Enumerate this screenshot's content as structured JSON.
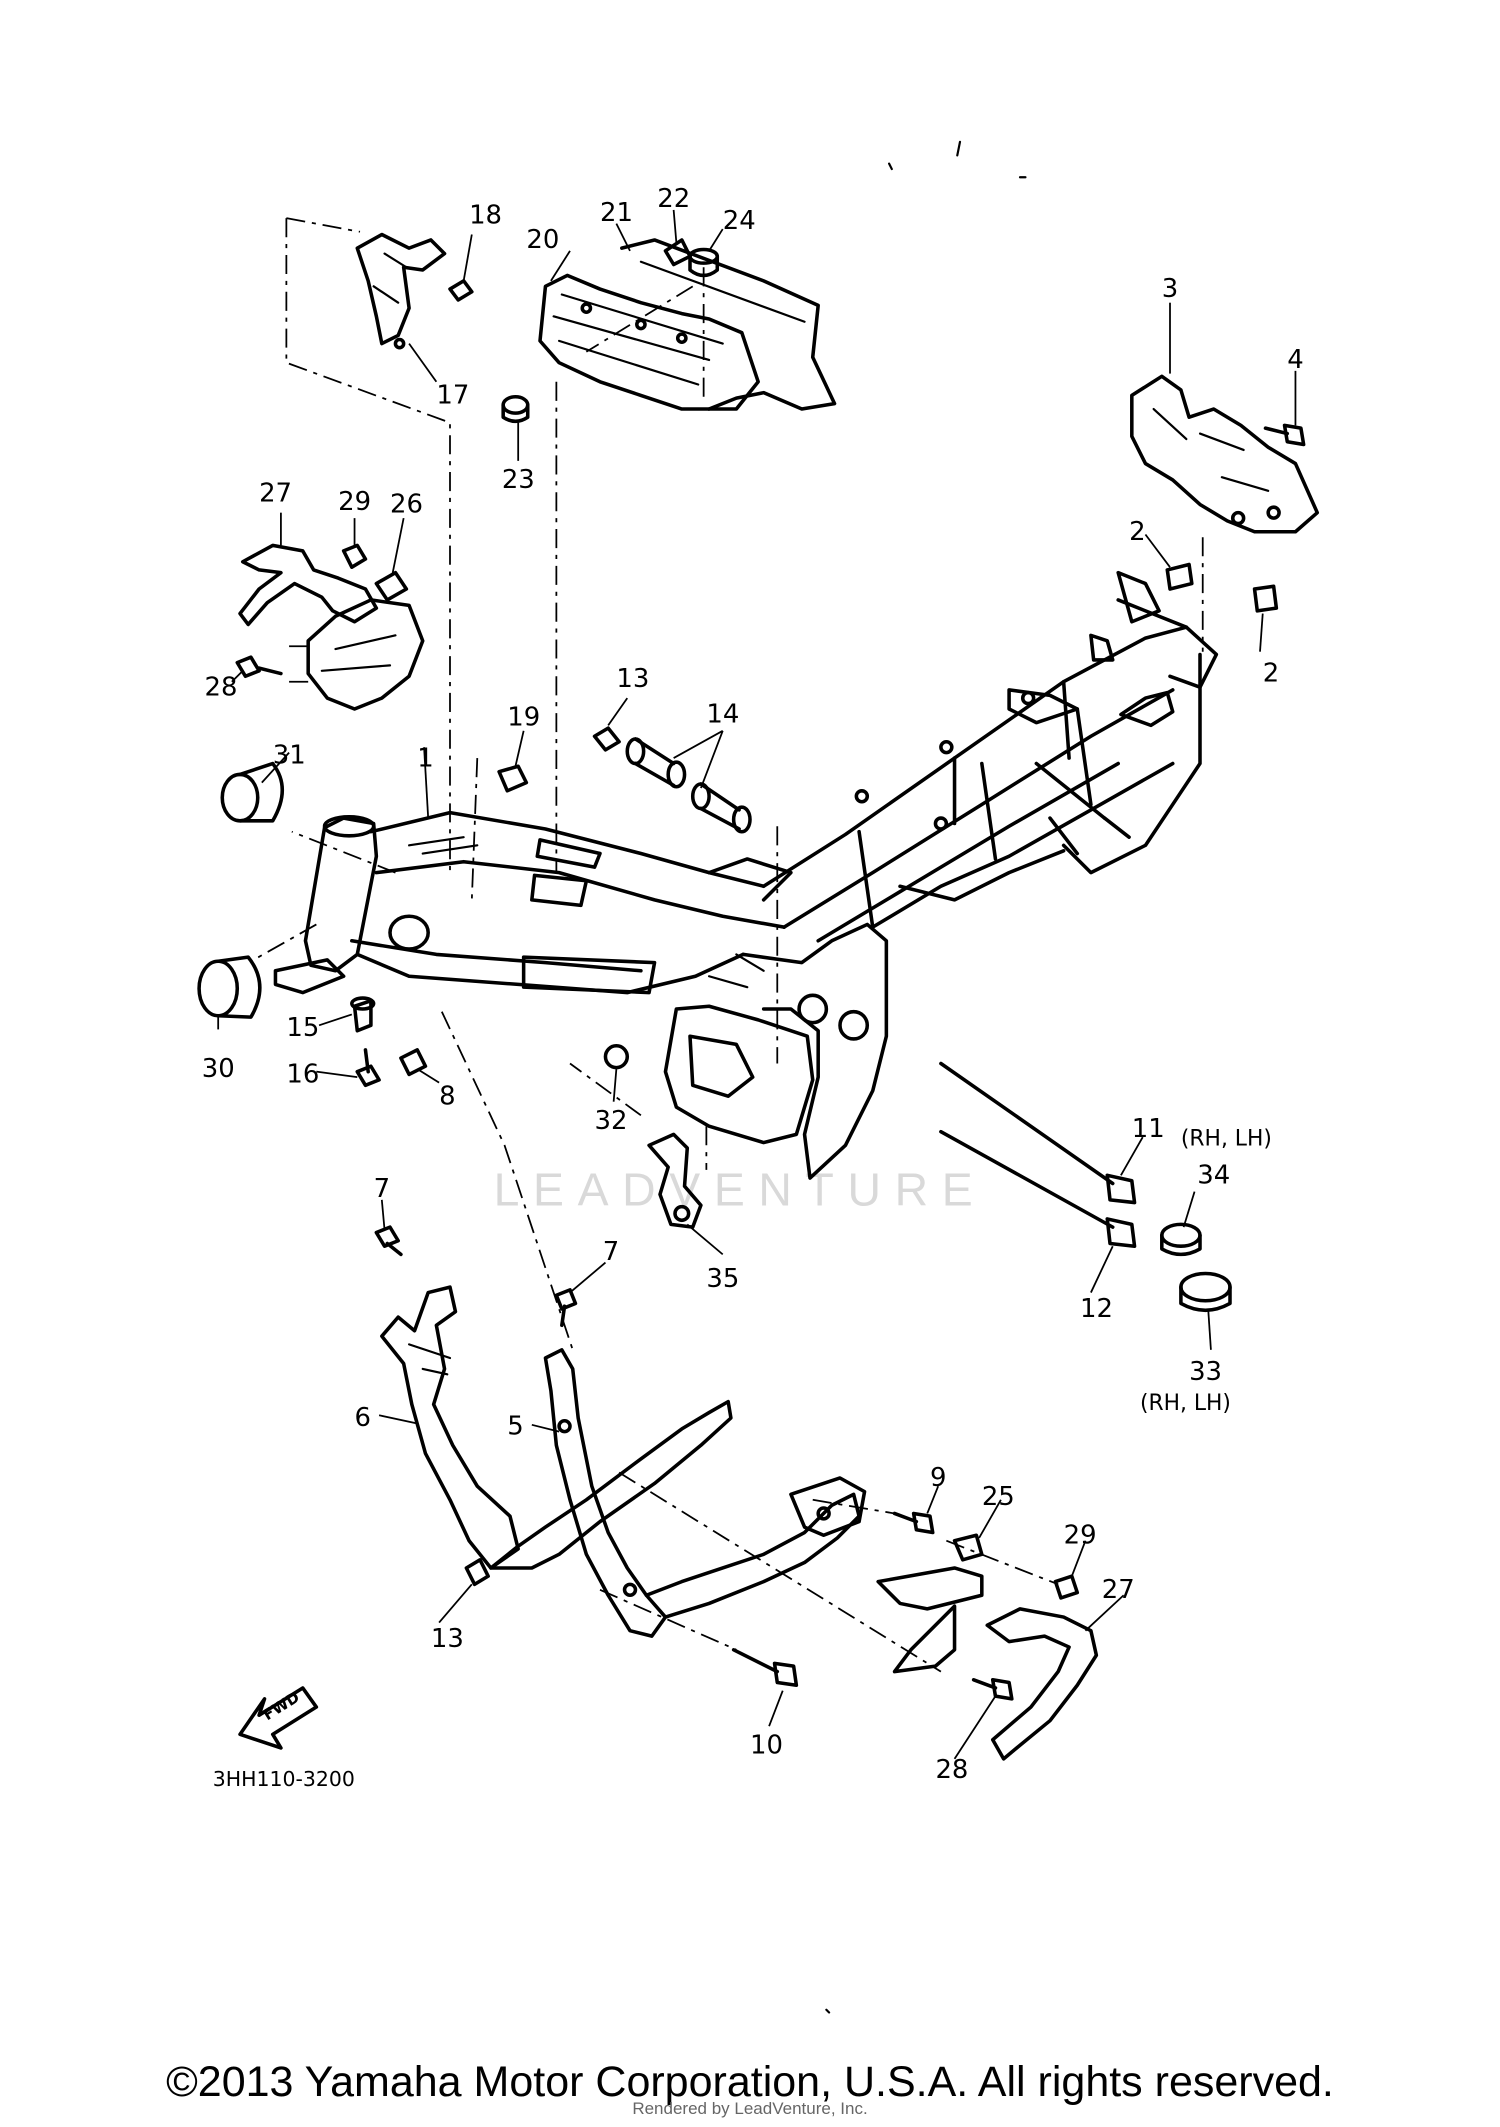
{
  "diagram": {
    "drawing_code": "3HH110-3200",
    "fwd_label": "FWD",
    "watermark": "LEADVENTURE",
    "callouts": {
      "c1": "1",
      "c2a": "2",
      "c2b": "2",
      "c3": "3",
      "c4": "4",
      "c5": "5",
      "c6": "6",
      "c7a": "7",
      "c7b": "7",
      "c8": "8",
      "c9": "9",
      "c10": "10",
      "c11": "11",
      "c12": "12",
      "c13a": "13",
      "c13b": "13",
      "c14": "14",
      "c15": "15",
      "c16": "16",
      "c17": "17",
      "c18": "18",
      "c19": "19",
      "c20": "20",
      "c21": "21",
      "c22": "22",
      "c23": "23",
      "c24": "24",
      "c25": "25",
      "c26": "26",
      "c27a": "27",
      "c27b": "27",
      "c28a": "28",
      "c28b": "28",
      "c29a": "29",
      "c29b": "29",
      "c30": "30",
      "c31": "31",
      "c32": "32",
      "c33": "33",
      "c34": "34",
      "c35": "35"
    },
    "notes": {
      "rh_lh_11": "(RH, LH)",
      "rh_lh_33": "(RH, LH)"
    }
  },
  "footer": {
    "copyright": "©2013 Yamaha Motor Corporation, U.S.A. All rights reserved.",
    "rendered_by": "Rendered by LeadVenture, Inc."
  }
}
